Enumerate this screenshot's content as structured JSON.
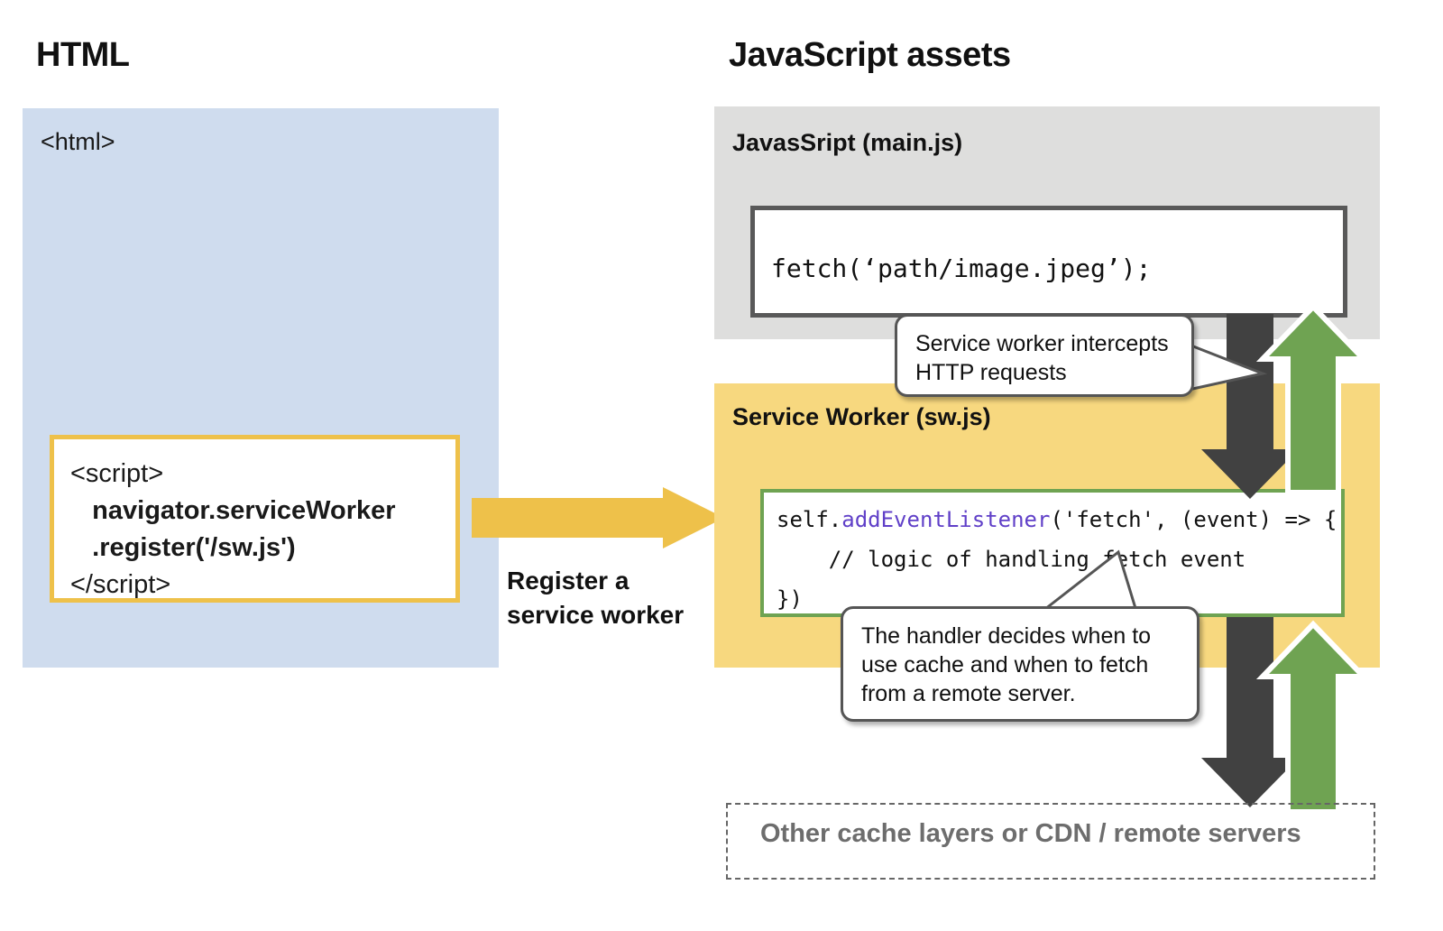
{
  "headings": {
    "html": "HTML",
    "javascript": "JavaScript assets"
  },
  "html_panel": {
    "tag_text": "<html>",
    "background": "#cfdcee",
    "script_box": {
      "border_color": "#eec14a",
      "lines": [
        {
          "text": "<script>",
          "bold": false
        },
        {
          "text": "   navigator.serviceWorker",
          "bold": true
        },
        {
          "text": "   .register('/sw.js')",
          "bold": true
        },
        {
          "text": "</script>",
          "bold": false
        }
      ]
    }
  },
  "register_arrow": {
    "color": "#eec14a",
    "label_line1": "Register a",
    "label_line2": "service worker"
  },
  "mainjs_panel": {
    "label": "JavasSript (main.js)",
    "background": "#dededd",
    "code_box": {
      "border_color": "#595959",
      "code": "fetch(‘path/image.jpeg’);"
    }
  },
  "service_worker_panel": {
    "label": "Service Worker (sw.js)",
    "background": "#f7d87f",
    "code_box": {
      "border_color": "#6fa352",
      "lines": [
        {
          "pre": "self.",
          "kw": "addEventListener",
          "post": "('fetch', (event) => {"
        },
        {
          "pre": "    // logic of handling fetch event",
          "kw": "",
          "post": ""
        },
        {
          "pre": "})",
          "kw": "",
          "post": ""
        }
      ],
      "keyword_color": "#6040c8"
    }
  },
  "callouts": [
    {
      "id": "intercept",
      "line1": "Service worker intercepts",
      "line2": "HTTP requests"
    },
    {
      "id": "handler",
      "line1": "The handler decides when to",
      "line2": "use cache and when to fetch",
      "line3": "from a remote server."
    }
  ],
  "remote_box": {
    "label": "Other cache layers or CDN / remote servers",
    "border_style": "dashed",
    "text_color": "#6d6d6d"
  },
  "flow_arrows": {
    "request_color": "#414141",
    "response_color": "#6fa352"
  }
}
